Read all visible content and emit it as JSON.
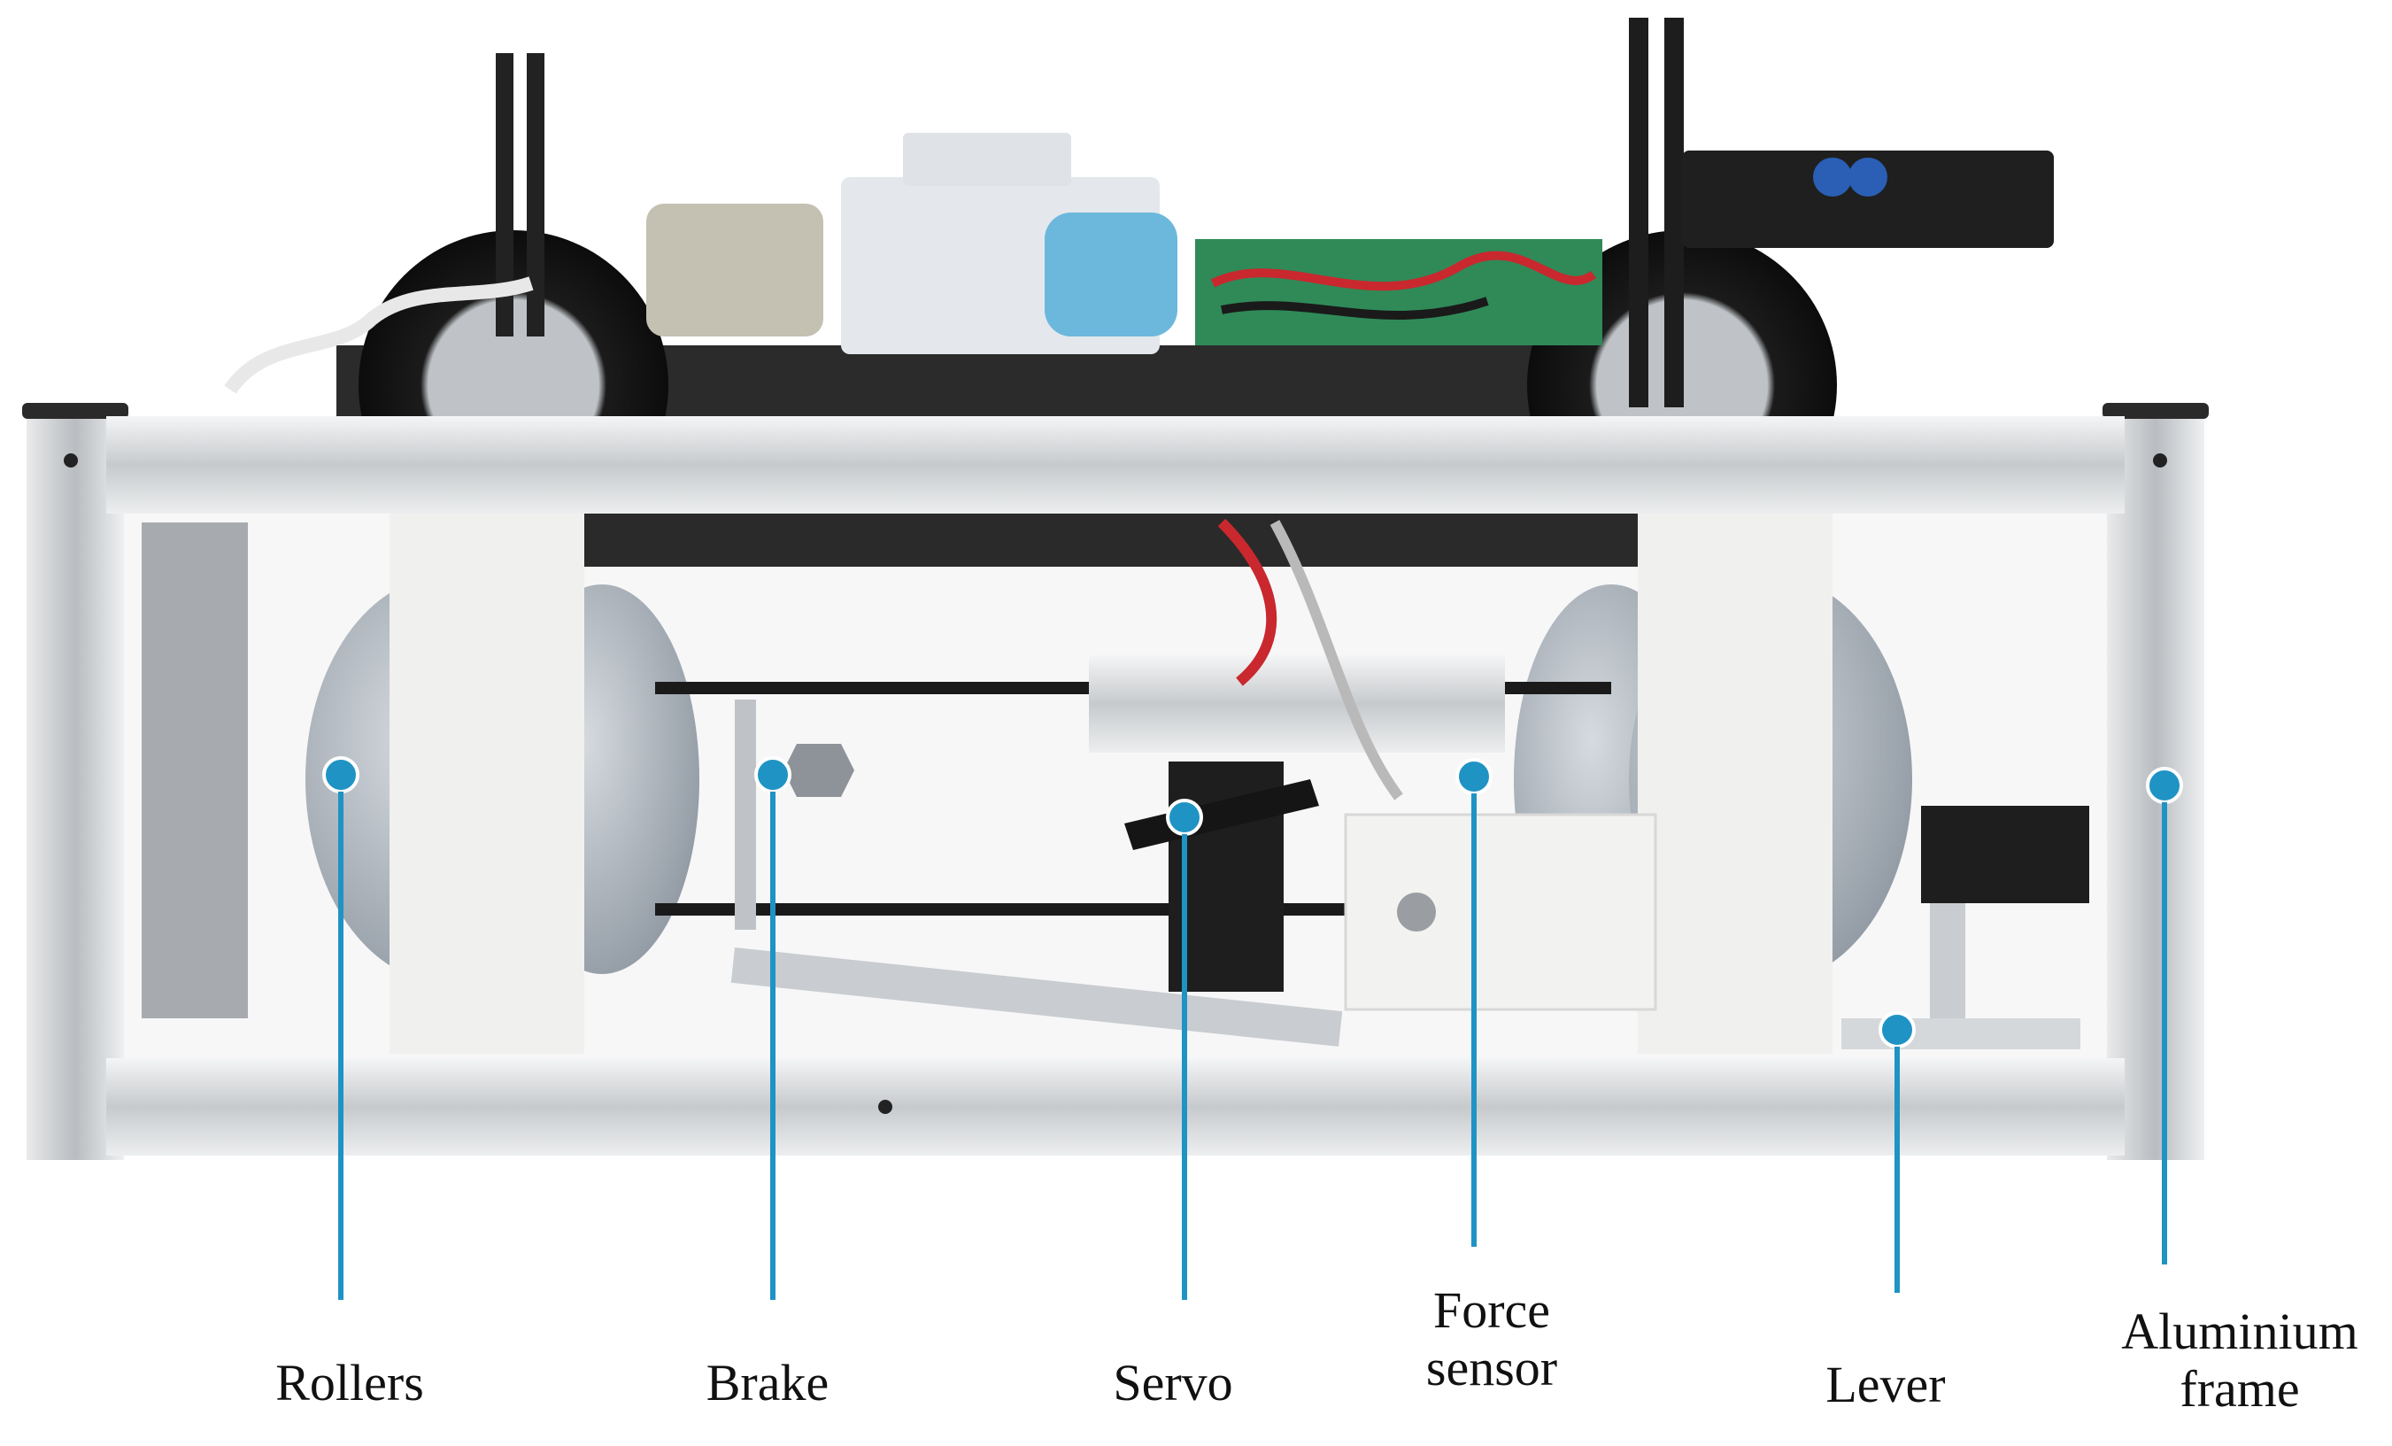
{
  "figure": {
    "callout_color": "#1f93c4",
    "frame_color": "#c9cccf",
    "labels": {
      "rollers": "Rollers",
      "brake": "Brake",
      "servo": "Servo",
      "force_sensor": "Force\nsensor",
      "lever": "Lever",
      "aluminium_frame": "Aluminium\nframe"
    }
  }
}
